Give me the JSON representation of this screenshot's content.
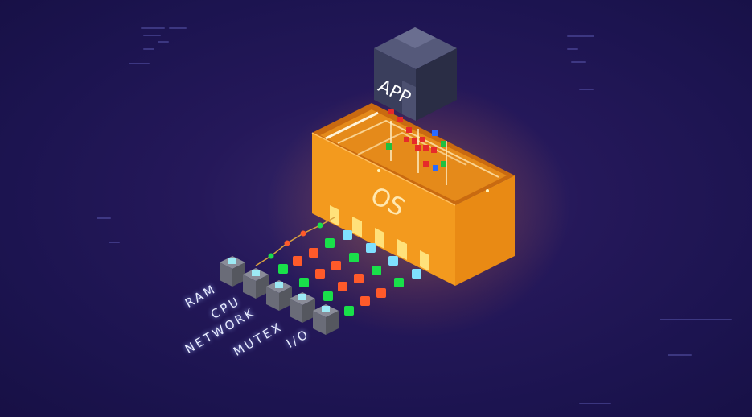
{
  "scene": {
    "app_label": "APP",
    "os_label": "OS",
    "resources": [
      {
        "label": "RAM"
      },
      {
        "label": "CPU"
      },
      {
        "label": "NETWORK"
      },
      {
        "label": "MUTEX"
      },
      {
        "label": "I/O"
      }
    ]
  },
  "colors": {
    "background": "#1c1450",
    "os_box": "#f39a1e",
    "os_box_dark": "#e07f12",
    "app_cube": "#3a3e5c",
    "packet_red": "#ff5a2a",
    "packet_green": "#19e04a",
    "packet_blue": "#7fe0ff"
  }
}
